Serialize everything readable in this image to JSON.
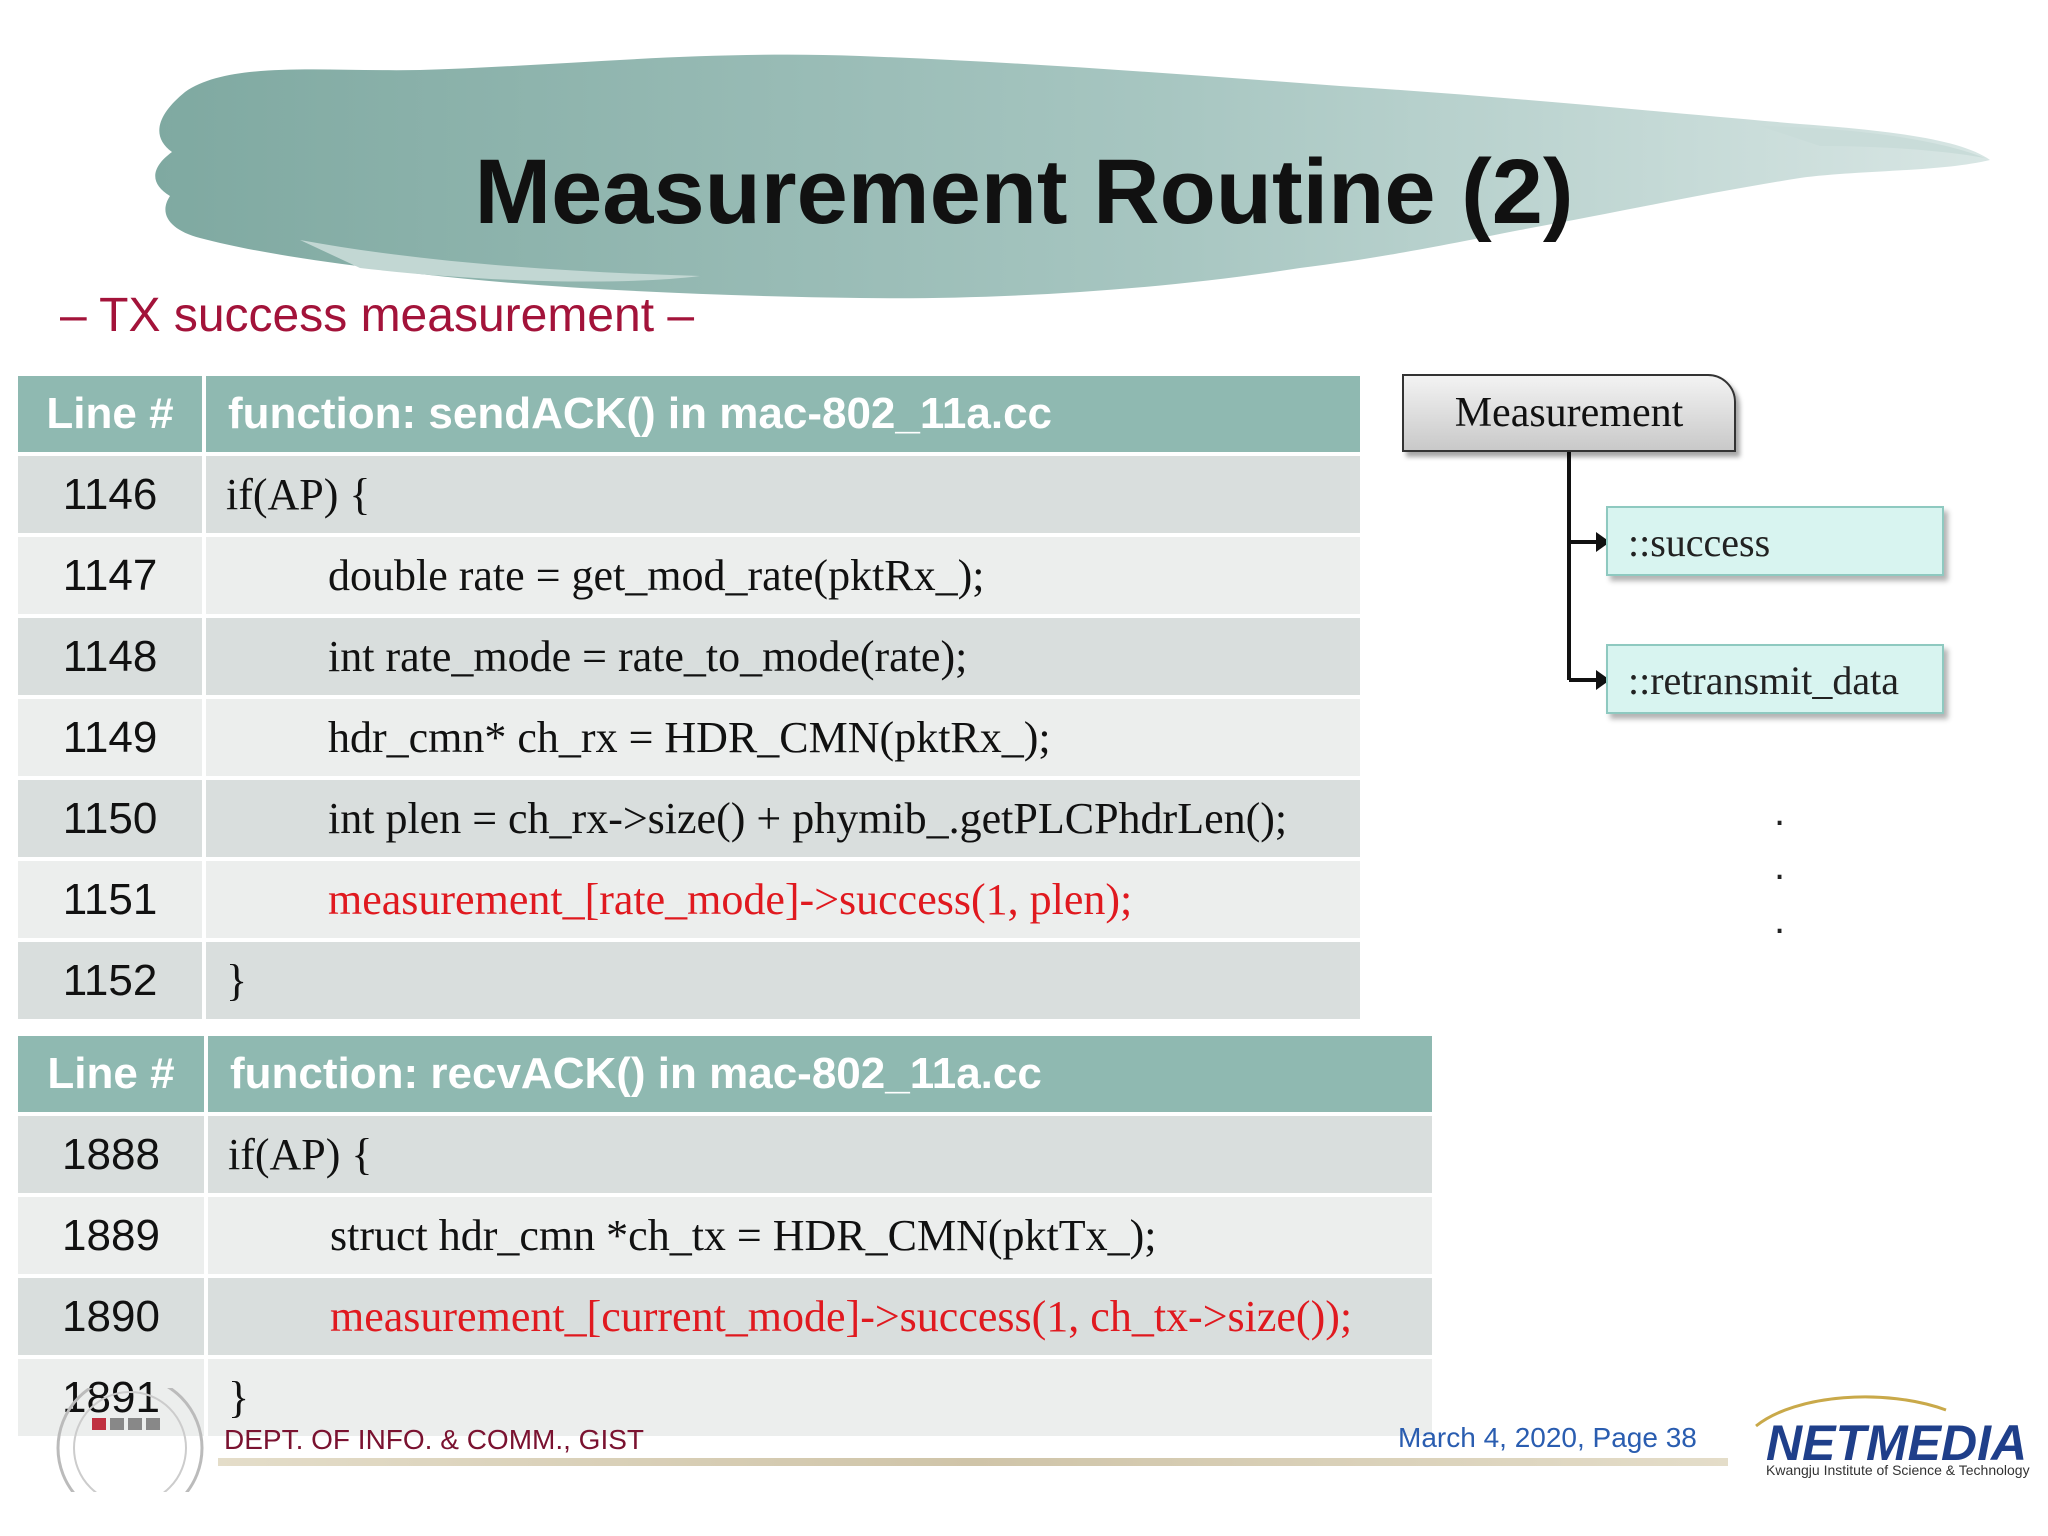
{
  "slide": {
    "title": "Measurement Routine (2)",
    "subtitle": "– TX success measurement –"
  },
  "tables": [
    {
      "header_line": "Line #",
      "header_function": "function: sendACK() in mac-802_11a.cc",
      "rows": [
        {
          "line": "1146",
          "code": "if(AP) {",
          "indent": 0,
          "highlight": false
        },
        {
          "line": "1147",
          "code": "double rate = get_mod_rate(pktRx_);",
          "indent": 1,
          "highlight": false
        },
        {
          "line": "1148",
          "code": "int rate_mode = rate_to_mode(rate);",
          "indent": 1,
          "highlight": false
        },
        {
          "line": "1149",
          "code": "hdr_cmn* ch_rx = HDR_CMN(pktRx_);",
          "indent": 1,
          "highlight": false
        },
        {
          "line": "1150",
          "code": "int plen = ch_rx->size() + phymib_.getPLCPhdrLen();",
          "indent": 1,
          "highlight": false
        },
        {
          "line": "1151",
          "code": "measurement_[rate_mode]->success(1, plen);",
          "indent": 1,
          "highlight": true
        },
        {
          "line": "1152",
          "code": "}",
          "indent": 0,
          "highlight": false
        }
      ]
    },
    {
      "header_line": "Line #",
      "header_function": "function: recvACK() in mac-802_11a.cc",
      "rows": [
        {
          "line": "1888",
          "code": "if(AP) {",
          "indent": 0,
          "highlight": false
        },
        {
          "line": "1889",
          "code": "struct hdr_cmn *ch_tx = HDR_CMN(pktTx_);",
          "indent": 1,
          "highlight": false
        },
        {
          "line": "1890",
          "code": "measurement_[current_mode]->success(1, ch_tx->size());",
          "indent": 1,
          "highlight": true
        },
        {
          "line": "1891",
          "code": "}",
          "indent": 0,
          "highlight": false
        }
      ]
    }
  ],
  "diagram": {
    "root": "Measurement",
    "children": [
      "::success",
      "::retransmit_data"
    ],
    "ellipsis": [
      ".",
      ".",
      "."
    ]
  },
  "footer": {
    "left": "DEPT. OF INFO. & COMM., GIST",
    "right": "March 4, 2020,  Page  38",
    "logo_text": "NETMEDIA",
    "logo_subtext": "Kwangju Institute of Science & Technology"
  },
  "colors": {
    "header_bg": "#8fb9b1",
    "row_dark": "#d9dedd",
    "row_light": "#eceeed",
    "highlight_text": "#e0191f",
    "subtitle": "#a3133a"
  }
}
